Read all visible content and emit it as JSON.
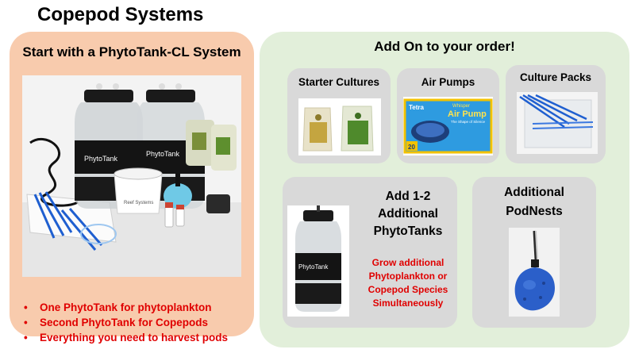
{
  "title": "Copepod Systems",
  "left_panel": {
    "heading": "Start with a PhytoTank-CL System",
    "bullets": [
      "One PhytoTank for phytoplankton",
      "Second PhytoTank for Copepods",
      "Everything you need to harvest pods"
    ],
    "photo_labels": {
      "tank_label": "PhytoTank",
      "bowl_label": "Reef Systems"
    }
  },
  "right_panel": {
    "heading": "Add On to your order!",
    "cards": {
      "starter_cultures": {
        "title": "Starter Cultures"
      },
      "air_pumps": {
        "title": "Air Pumps",
        "box_brand": "Tetra",
        "box_sub": "Whisper",
        "box_product": "Air Pump",
        "box_tagline": "The Shape of Silence",
        "box_size": "20"
      },
      "culture_packs": {
        "title": "Culture Packs"
      },
      "additional_phytotanks": {
        "title_lines": [
          "Add 1-2",
          "Additional",
          "PhytoTanks"
        ],
        "desc_lines": [
          "Grow additional",
          "Phytoplankton or",
          "Copepod Species",
          "Simultaneously"
        ],
        "tank_label": "PhytoTank"
      },
      "additional_podnests": {
        "title_lines": [
          "Additional",
          "PodNests"
        ]
      }
    }
  },
  "colors": {
    "left_panel_bg": "#f8cbad",
    "right_panel_bg": "#e2efda",
    "card_bg": "#d9d9d9",
    "accent_red": "#e00000",
    "tubing_blue": "#1f5fd0"
  }
}
